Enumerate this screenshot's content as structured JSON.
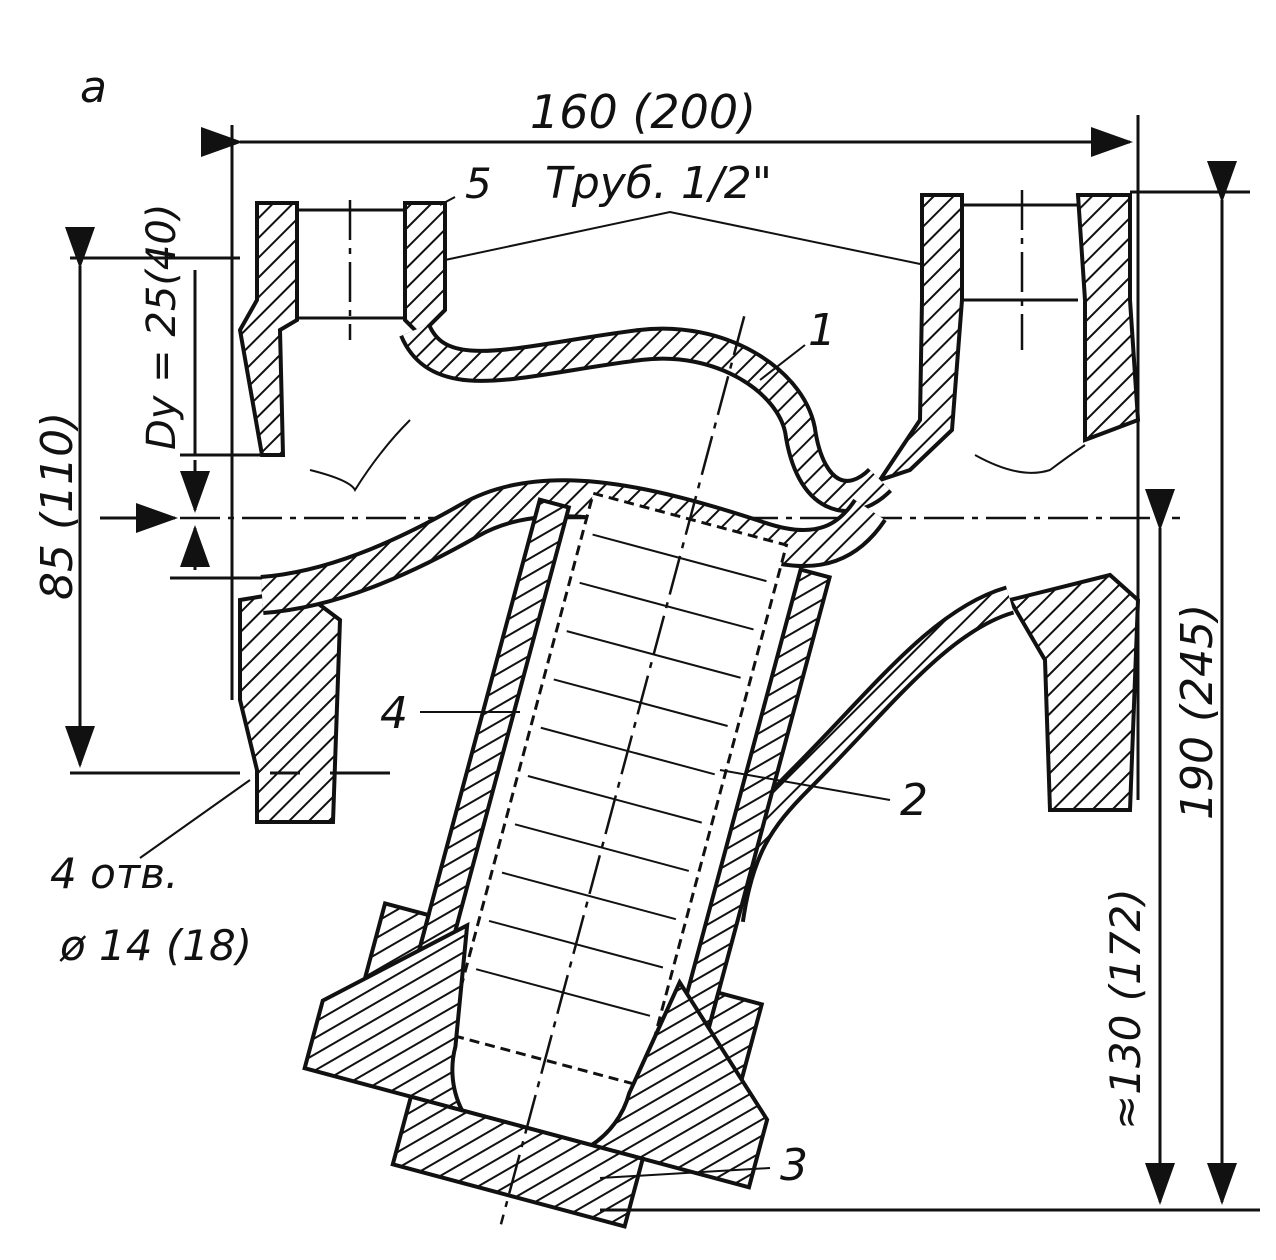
{
  "figure_label": "a",
  "dimensions": {
    "overall_width": "160 (200)",
    "flange_height": "85 (110)",
    "nominal_diameter": "Dy = 25(40)",
    "overall_height": "190 (245)",
    "axis_to_bottom": "≈130 (172)",
    "holes_count": "4 отв.",
    "holes_diameter": "ø 14 (18)"
  },
  "annotations": {
    "pipe_thread": "Труб. 1/2\"",
    "callouts": [
      "1",
      "2",
      "3",
      "4",
      "5"
    ]
  },
  "colors": {
    "ink": "#111111",
    "paper": "#ffffff"
  }
}
